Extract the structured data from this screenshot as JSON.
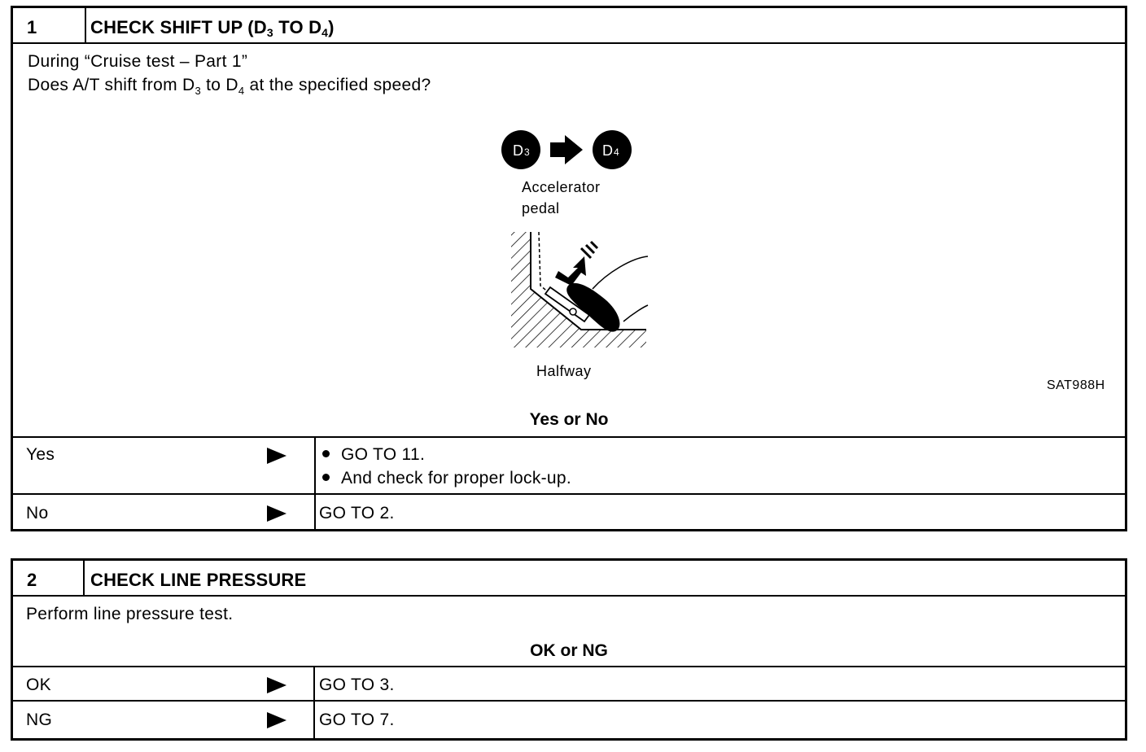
{
  "step1": {
    "number": "1",
    "title": "CHECK SHIFT UP (D",
    "title_sub1": "3",
    "title_mid": " TO D",
    "title_sub2": "4",
    "title_end": ")",
    "line1": "During “Cruise test – Part 1”",
    "line2_a": "Does A/T shift from D",
    "line2_sub1": "3",
    "line2_b": " to D",
    "line2_sub2": "4",
    "line2_c": " at the specified speed?",
    "figure": {
      "from_gear": "D3",
      "to_gear": "D4",
      "label_top_1": "Accelerator",
      "label_top_2": "pedal",
      "label_bottom": "Halfway",
      "code": "SAT988H"
    },
    "question": "Yes or No",
    "answers": [
      {
        "label": "Yes",
        "results": [
          "GO TO 11.",
          "And check for proper lock-up."
        ]
      },
      {
        "label": "No",
        "results": [
          "GO TO 2."
        ]
      }
    ]
  },
  "step2": {
    "number": "2",
    "title": "CHECK LINE PRESSURE",
    "line1": "Perform line pressure test.",
    "question": "OK or NG",
    "answers": [
      {
        "label": "OK",
        "results": [
          "GO TO 3."
        ]
      },
      {
        "label": "NG",
        "results": [
          "GO TO 7."
        ]
      }
    ]
  },
  "icons": {
    "arrow": "triangle-right-icon",
    "bullet": "bullet-icon"
  }
}
